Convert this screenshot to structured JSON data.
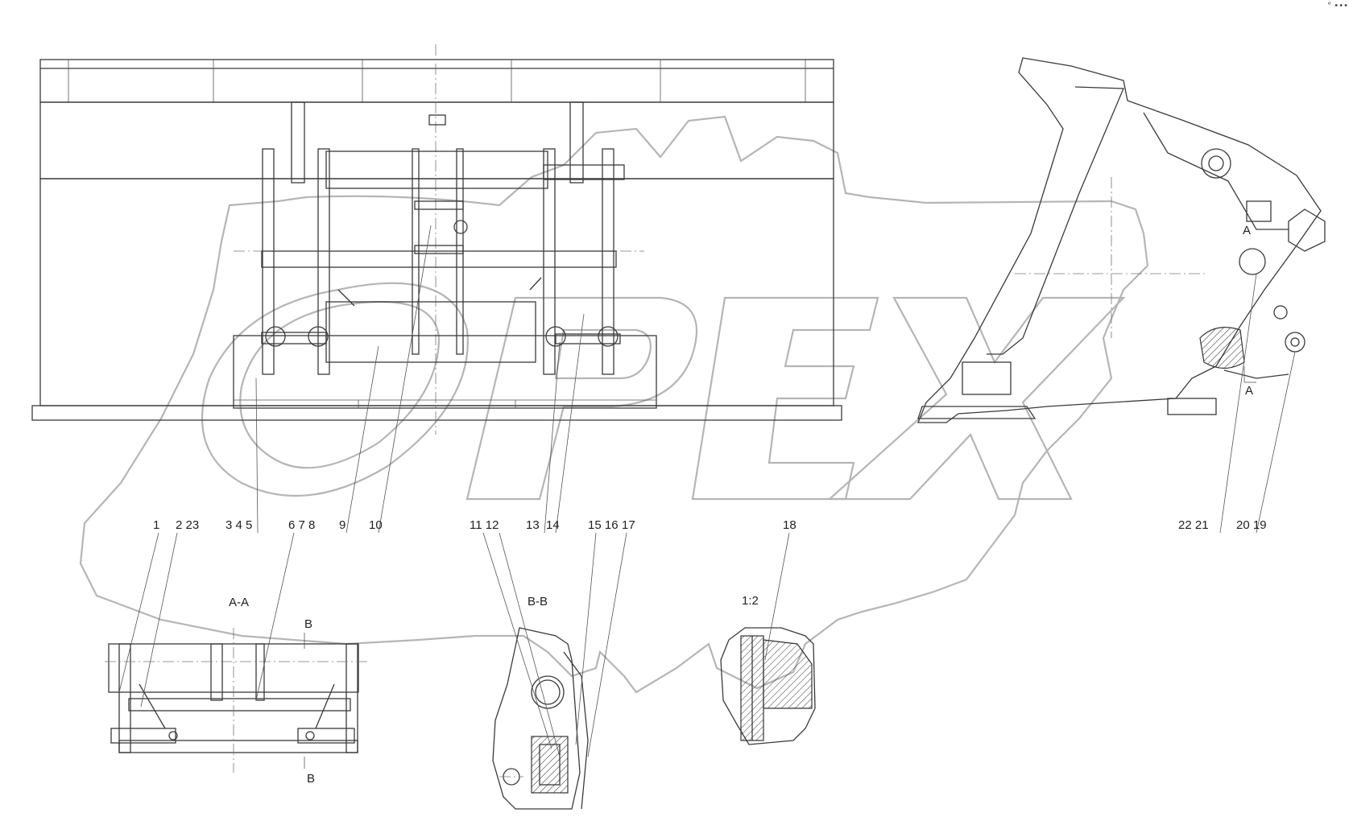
{
  "corner_mark": "° •••",
  "watermark": "OPEX",
  "views": {
    "section_aa": "A-A",
    "section_bb": "B-B",
    "detail_scale": "1:2",
    "cut_mark_a": "A",
    "cut_mark_b": "B"
  },
  "callouts": [
    {
      "id": "c1",
      "text": "1"
    },
    {
      "id": "c2",
      "text": "2 23"
    },
    {
      "id": "c3",
      "text": "3 4 5"
    },
    {
      "id": "c4",
      "text": "6 7 8"
    },
    {
      "id": "c5",
      "text": "9"
    },
    {
      "id": "c6",
      "text": "10"
    },
    {
      "id": "c7",
      "text": "11 12"
    },
    {
      "id": "c8",
      "text": "13"
    },
    {
      "id": "c9",
      "text": "14"
    },
    {
      "id": "c10",
      "text": "15 16"
    },
    {
      "id": "c11",
      "text": "17"
    },
    {
      "id": "c12",
      "text": "18"
    },
    {
      "id": "c13",
      "text": "22 21"
    },
    {
      "id": "c14",
      "text": "20 19"
    }
  ],
  "colors": {
    "line": "#3a3a3a",
    "watermark": "#b5b5b5"
  }
}
